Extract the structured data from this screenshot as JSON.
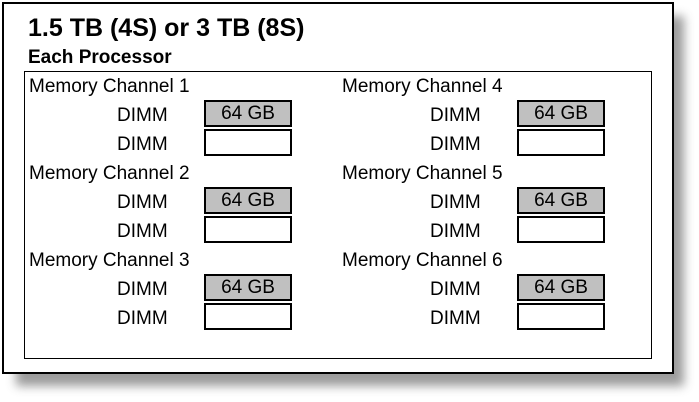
{
  "diagram": {
    "title": "1.5 TB (4S) or 3 TB (8S)",
    "subtitle": "Each Processor",
    "filled_slot_color": "#c0c0c0",
    "channels": [
      {
        "label": "Memory Channel 1",
        "dimms": [
          {
            "label": "DIMM",
            "value": "64 GB"
          },
          {
            "label": "DIMM",
            "value": ""
          }
        ]
      },
      {
        "label": "Memory Channel 2",
        "dimms": [
          {
            "label": "DIMM",
            "value": "64 GB"
          },
          {
            "label": "DIMM",
            "value": ""
          }
        ]
      },
      {
        "label": "Memory Channel 3",
        "dimms": [
          {
            "label": "DIMM",
            "value": "64 GB"
          },
          {
            "label": "DIMM",
            "value": ""
          }
        ]
      },
      {
        "label": "Memory Channel 4",
        "dimms": [
          {
            "label": "DIMM",
            "value": "64 GB"
          },
          {
            "label": "DIMM",
            "value": ""
          }
        ]
      },
      {
        "label": "Memory Channel 5",
        "dimms": [
          {
            "label": "DIMM",
            "value": "64 GB"
          },
          {
            "label": "DIMM",
            "value": ""
          }
        ]
      },
      {
        "label": "Memory Channel 6",
        "dimms": [
          {
            "label": "DIMM",
            "value": "64 GB"
          },
          {
            "label": "DIMM",
            "value": ""
          }
        ]
      }
    ]
  }
}
